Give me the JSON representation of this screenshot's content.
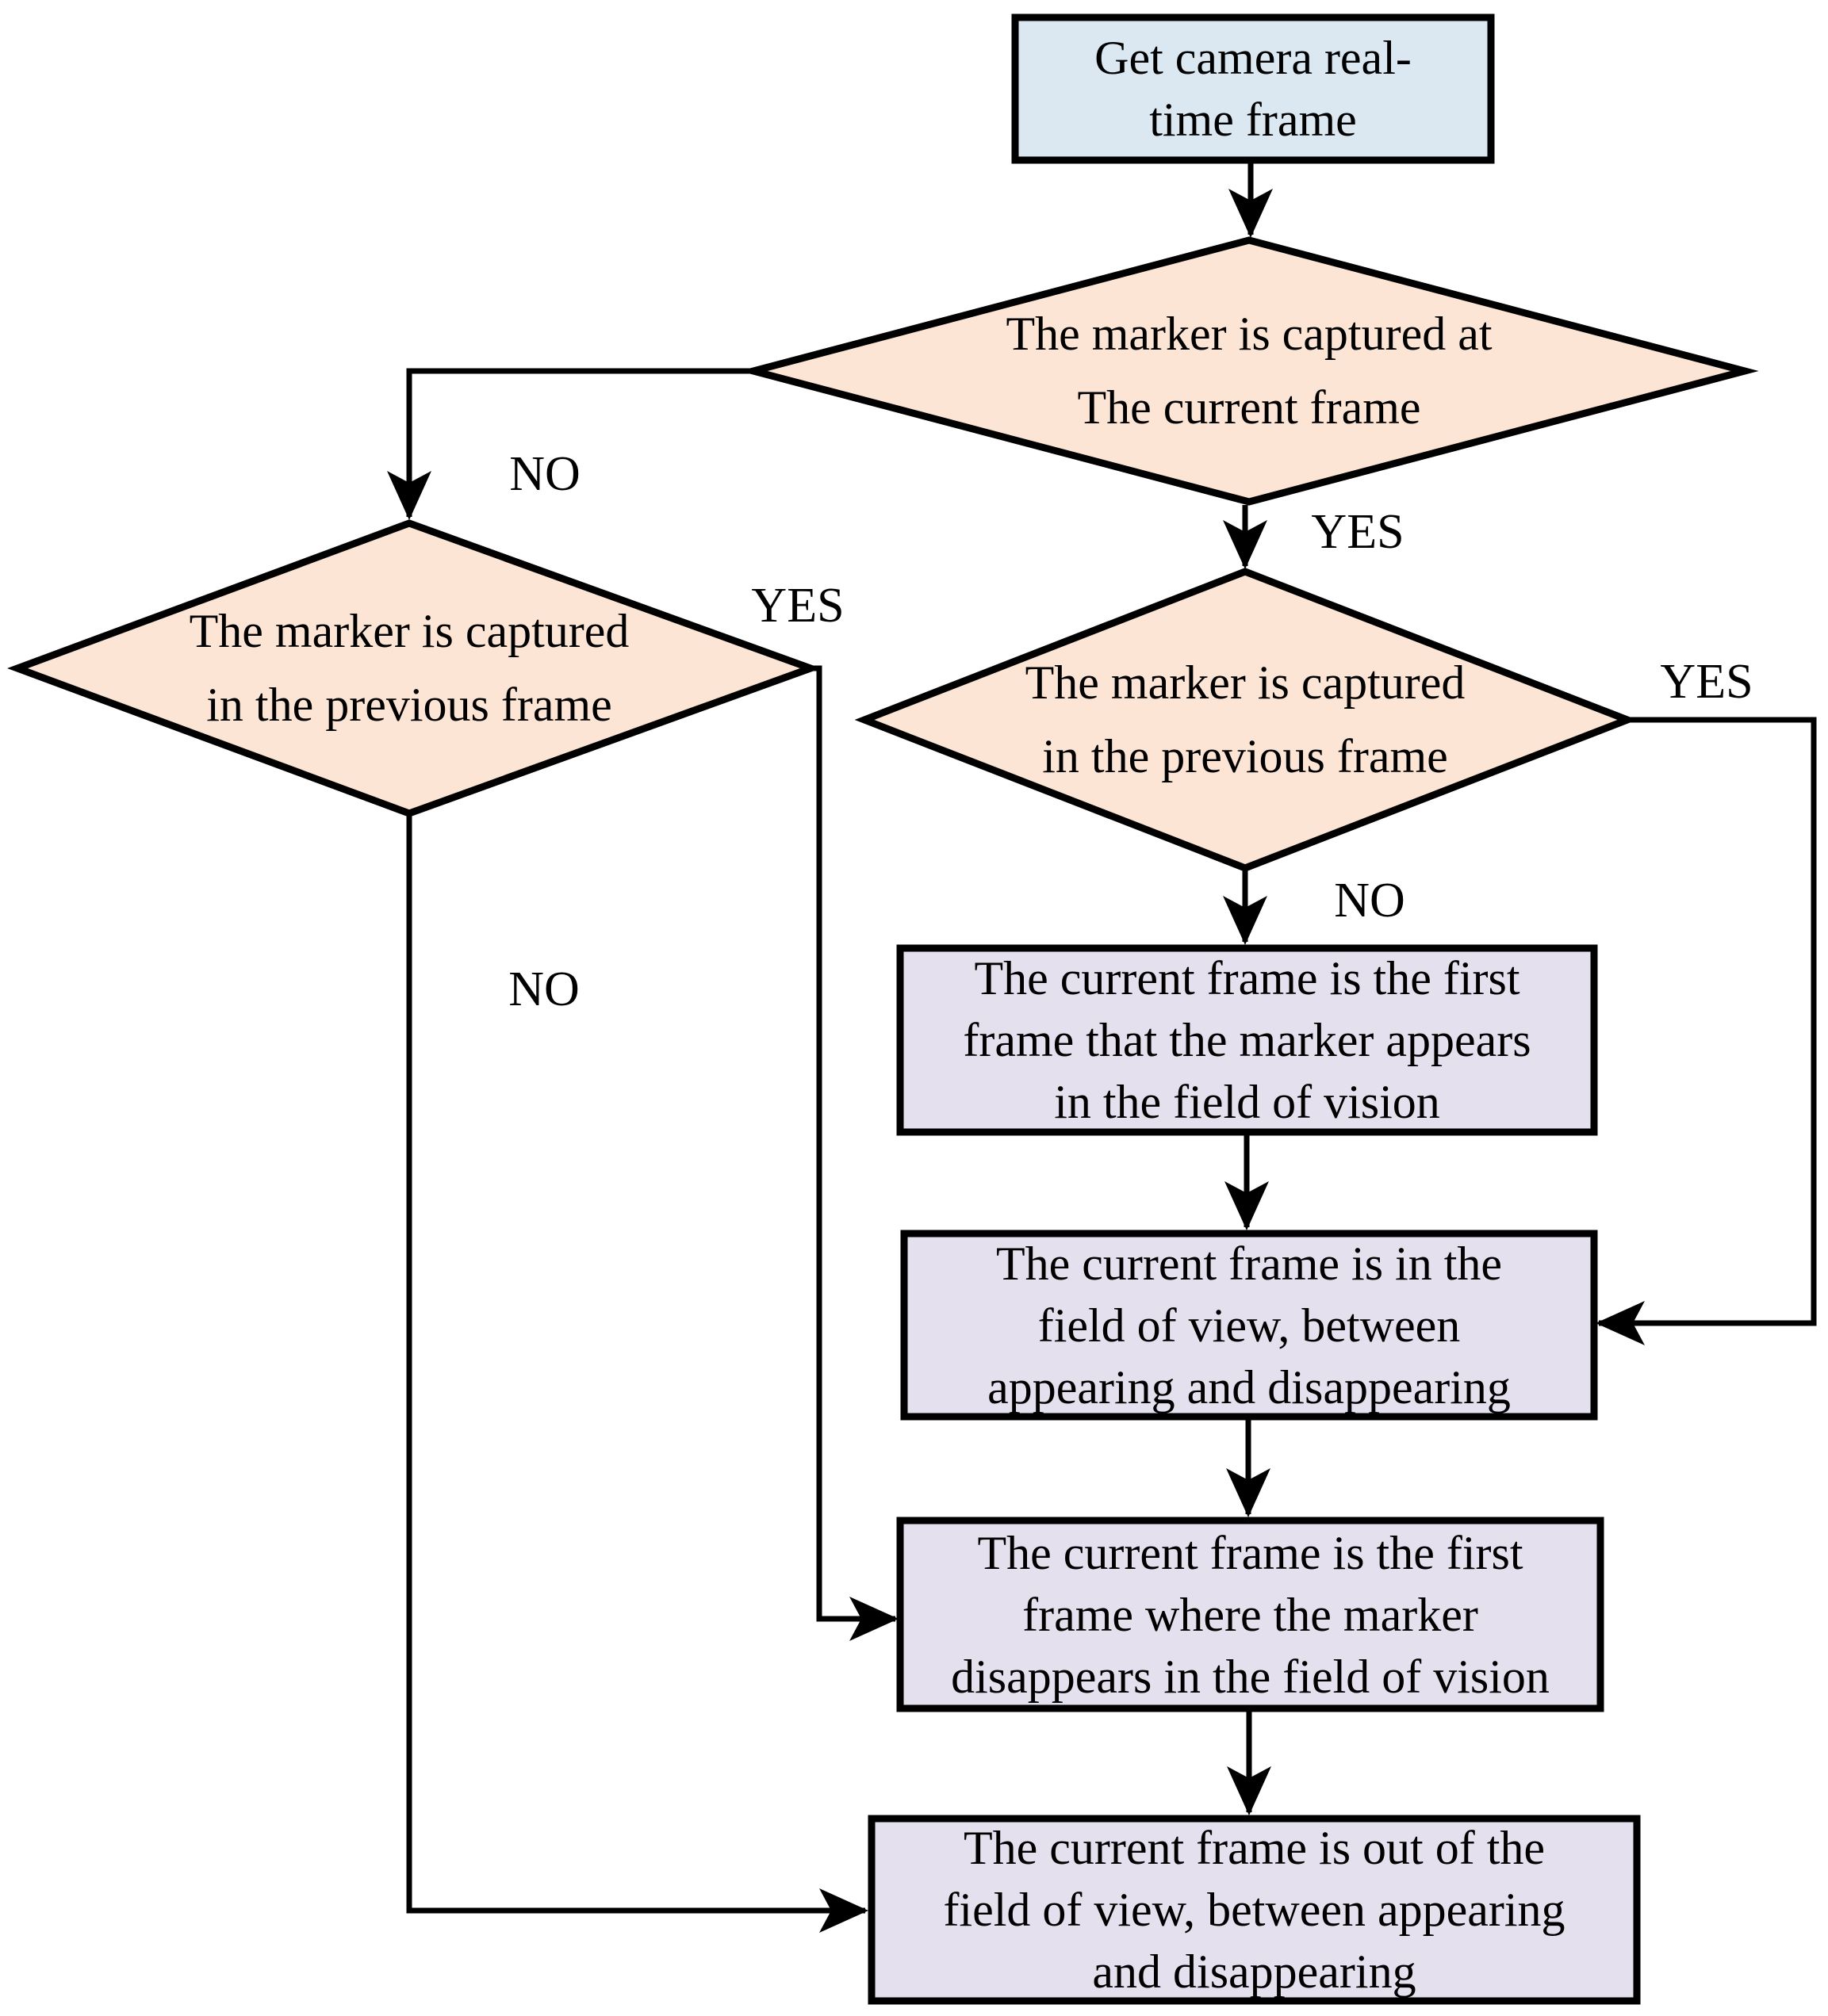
{
  "colors": {
    "process_fill": "#DBE8F2",
    "decision_fill": "#FCE5D4",
    "state_fill": "#E5E0ED",
    "line": "#000000"
  },
  "flowchart": {
    "nodes": {
      "start": {
        "label": "Get camera real-\ntime frame"
      },
      "decision_current": {
        "label": "The marker is captured at\nThe current frame"
      },
      "decision_prev_left": {
        "label": "The marker is captured\nin the previous frame"
      },
      "decision_prev_right": {
        "label": "The marker is captured\nin the previous frame"
      },
      "state_first_appear": {
        "label": "The current frame is the first\nframe that the marker appears\nin the field of vision"
      },
      "state_in_view": {
        "label": "The current frame is in the\nfield of view, between\nappearing and disappearing"
      },
      "state_first_disappear": {
        "label": "The current frame is the first\nframe where the marker\ndisappears in the field of vision"
      },
      "state_out_of_view": {
        "label": "The current frame is out of the\nfield of view, between appearing\nand disappearing"
      }
    },
    "edge_labels": {
      "no_current": "NO",
      "yes_current": "YES",
      "yes_prev_right": "YES",
      "no_prev_right": "NO",
      "yes_prev_left": "YES",
      "no_prev_left": "NO"
    }
  }
}
